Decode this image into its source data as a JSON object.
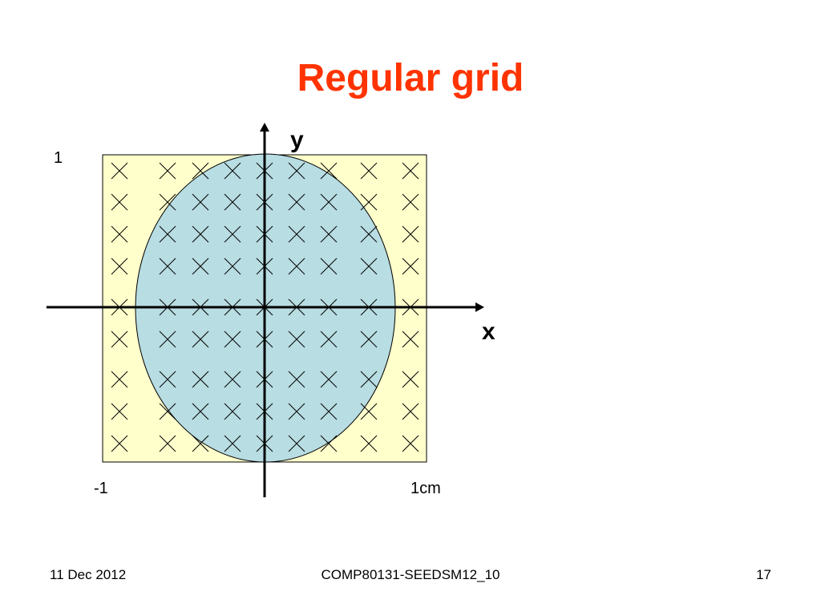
{
  "slide": {
    "title": "Regular grid"
  },
  "diagram": {
    "axis_y_label": "y",
    "axis_x_label": "x",
    "label_top": "1",
    "label_left": "-1",
    "label_right": "1cm",
    "colors": {
      "square_fill": "#ffffcc",
      "circle_fill": "#b8dde2",
      "stroke": "#000000"
    }
  },
  "footer": {
    "date": "11 Dec 2012",
    "course": "COMP80131-SEEDSM12_10",
    "page": "17"
  }
}
